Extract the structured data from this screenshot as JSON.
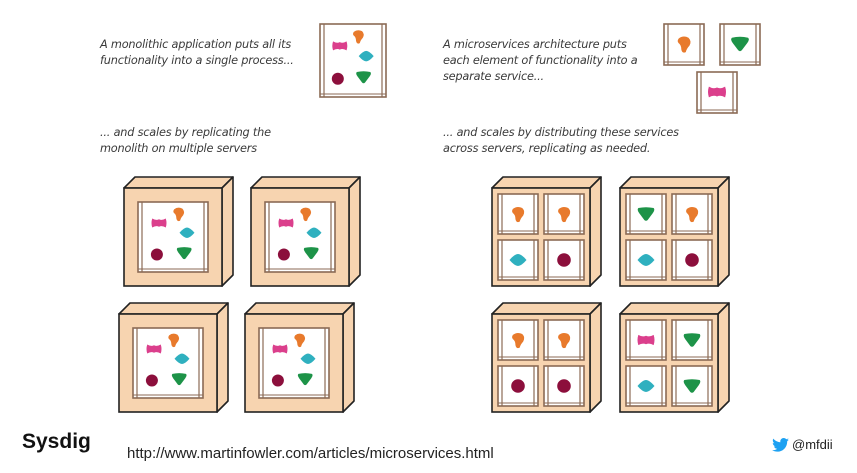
{
  "captions": {
    "monolith_intro": [
      "A monolithic application puts all its",
      "functionality into a single process..."
    ],
    "micro_intro": [
      "A microservices architecture puts",
      "each element of functionality into a",
      "separate service..."
    ],
    "monolith_scale": [
      "... and scales by replicating the",
      "monolith on multiple servers"
    ],
    "micro_scale": [
      "... and scales by distributing these services",
      "across servers, replicating as needed."
    ]
  },
  "footer": {
    "brand": "Sysdig",
    "url": "http://www.martinfowler.com/articles/microservices.html",
    "twitter_handle": "@mfdii",
    "twitter_icon": "twitter-bird-icon"
  },
  "colors": {
    "server_fill": "#f7d4b0",
    "frame_stroke": "#8b6a55",
    "pink": "#db3f8c",
    "orange": "#e87a2c",
    "teal": "#2fb0bf",
    "maroon": "#8c0f3c",
    "green": "#1d9348"
  },
  "monolith_shapes": [
    "pink-bowtie",
    "orange-blob",
    "teal-diamond",
    "maroon-circle",
    "green-triangle"
  ],
  "microservices": [
    "orange-blob",
    "green-triangle",
    "pink-bowtie"
  ],
  "monolith_servers": 4,
  "micro_servers": [
    [
      "orange-blob",
      "orange-blob",
      "teal-diamond",
      "maroon-circle"
    ],
    [
      "green-triangle",
      "orange-blob",
      "teal-diamond",
      "maroon-circle"
    ],
    [
      "orange-blob",
      "orange-blob",
      "maroon-circle",
      "maroon-circle"
    ],
    [
      "pink-bowtie",
      "green-triangle",
      "teal-diamond",
      "green-triangle"
    ]
  ]
}
